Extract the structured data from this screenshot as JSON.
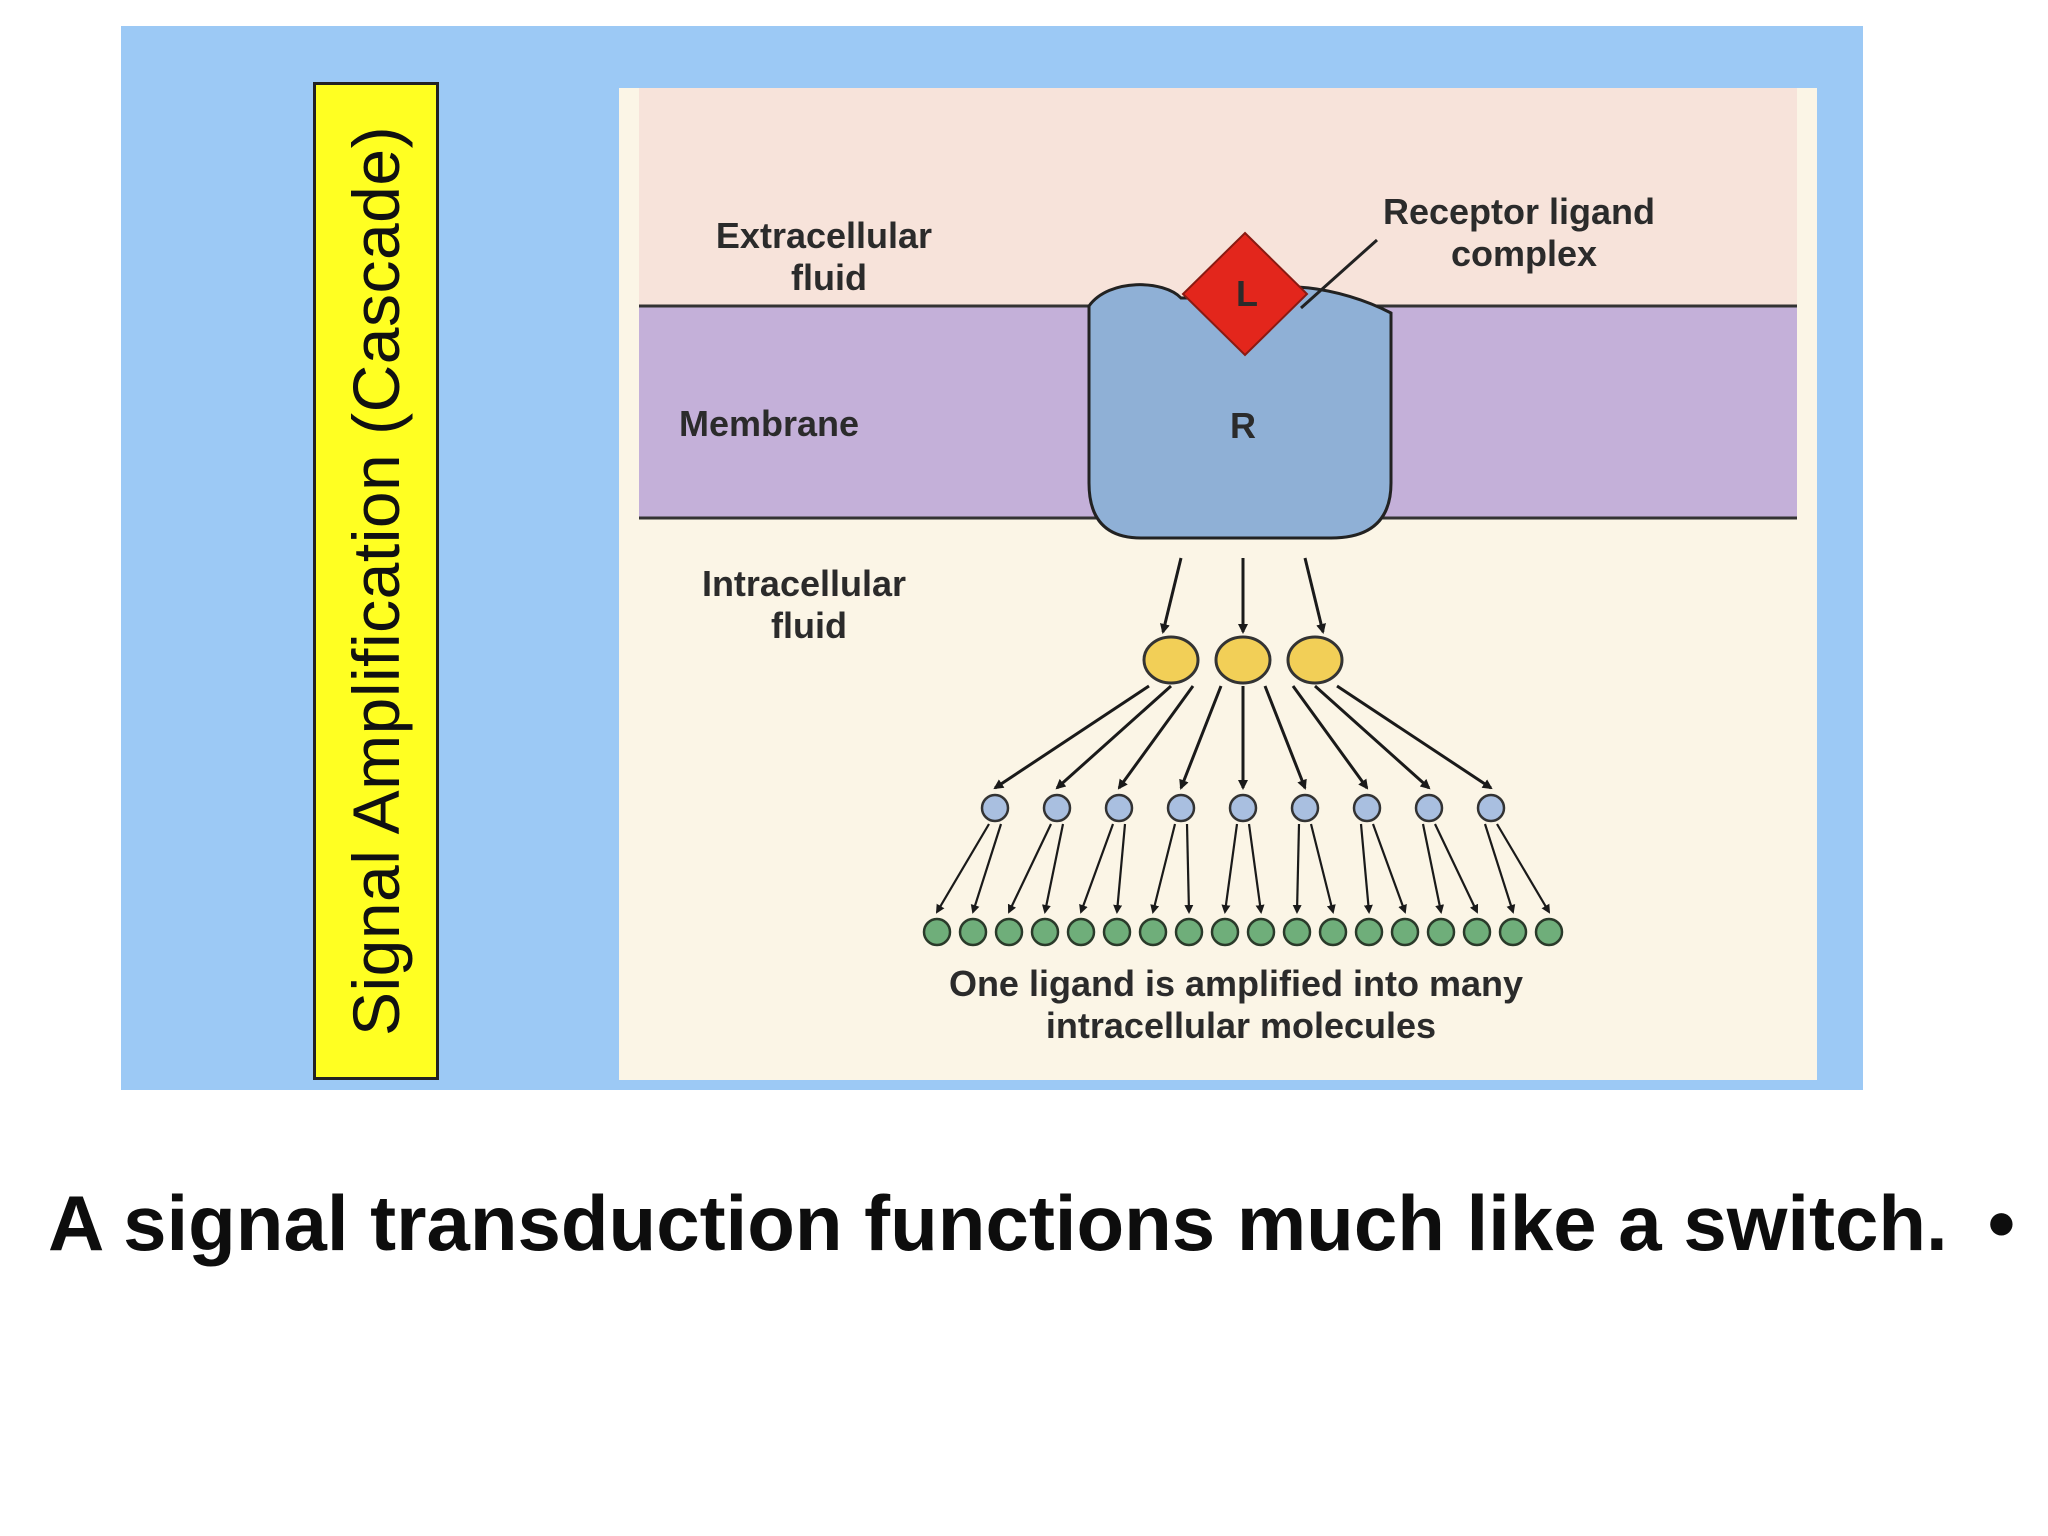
{
  "side_label": "Signal Amplification (Cascade)",
  "diagram": {
    "extracellular_label": [
      "Extracellular",
      "fluid"
    ],
    "membrane_label": "Membrane",
    "intracellular_label": [
      "Intracellular",
      "fluid"
    ],
    "receptor_complex_label": [
      "Receptor ligand",
      "complex"
    ],
    "ligand_letter": "L",
    "receptor_letter": "R",
    "amplification_caption": [
      "One ligand is amplified into many",
      "intracellular molecules"
    ],
    "counts": {
      "first_tier": 3,
      "second_tier": 9,
      "third_tier": 18
    },
    "colors": {
      "extracellular": "#f7e3da",
      "membrane": "#c4b0d9",
      "intracellular": "#fbf5e6",
      "receptor": "#8fb0d6",
      "ligand": "#e3261c",
      "first_tier": "#f2cf57",
      "second_tier": "#a9bfe0",
      "third_tier": "#6fae7a"
    }
  },
  "caption": {
    "text": "A signal transduction functions much like a switch.",
    "bullet": "•"
  }
}
